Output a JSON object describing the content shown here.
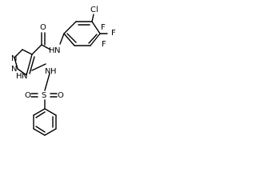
{
  "molecule": {
    "atoms": {
      "cl": "Cl",
      "n_amide": "N",
      "h_amide": "H",
      "o_amide": "O",
      "cf3_f1": "F",
      "cf3_f2": "F",
      "cf3_f3": "F",
      "n_triazole_1": "N",
      "n_triazole_2": "N",
      "n_triazole_h": "N",
      "h_triazole": "H",
      "n_sulfonamide": "N",
      "h_sulfonamide": "H",
      "s": "S",
      "o_sulfonyl_1": "O",
      "o_sulfonyl_2": "O"
    },
    "colors": {
      "bond": "#000000",
      "label": "#000000",
      "background": "#ffffff"
    }
  }
}
